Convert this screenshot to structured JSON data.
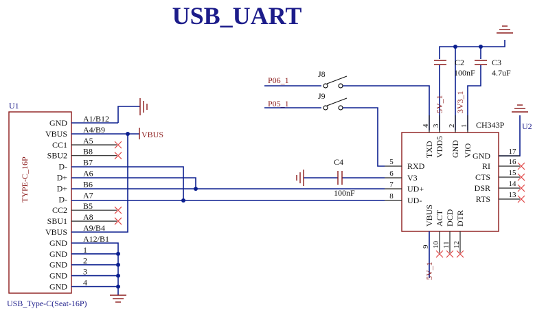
{
  "title": "USB_UART",
  "u1": {
    "ref": "U1",
    "type": "TYPE-C_16P",
    "part": "USB_Type-C(Seat-16P)",
    "pin_names": [
      "GND",
      "VBUS",
      "CC1",
      "SBU2",
      "D-",
      "D+",
      "D+",
      "D-",
      "CC2",
      "SBU1",
      "VBUS",
      "GND",
      "GND",
      "GND",
      "GND",
      "GND"
    ],
    "pin_labels": [
      "A1/B12",
      "A4/B9",
      "A5",
      "B8",
      "B7",
      "A6",
      "B6",
      "A7",
      "B5",
      "A8",
      "A9/B4",
      "A12/B1",
      "1",
      "2",
      "3",
      "4"
    ],
    "no_connect": [
      3,
      8,
      9
    ]
  },
  "nets": {
    "vbus": "VBUS",
    "p06": "P06_1",
    "p05": "P05_1",
    "v5_top": "5V_1",
    "v3v3": "3V3_1",
    "v5_bottom": "5V_1"
  },
  "jumpers": {
    "j8": "J8",
    "j9": "J9"
  },
  "capacitors": {
    "c2": {
      "ref": "C2",
      "value": "100nF"
    },
    "c3": {
      "ref": "C3",
      "value": "4.7uF"
    },
    "c4": {
      "ref": "C4",
      "value": "100nF"
    }
  },
  "u2": {
    "ref": "U2",
    "part": "CH343P",
    "left_pins": [
      {
        "num": "5",
        "name": "RXD"
      },
      {
        "num": "6",
        "name": "V3"
      },
      {
        "num": "7",
        "name": "UD+"
      },
      {
        "num": "8",
        "name": "UD-"
      }
    ],
    "top_pins": [
      {
        "num": "4",
        "name": "TXD"
      },
      {
        "num": "3",
        "name": "VDD5"
      },
      {
        "num": "2",
        "name": "GND"
      },
      {
        "num": "1",
        "name": "VIO"
      }
    ],
    "right_pins": [
      {
        "num": "17",
        "name": "GND",
        "nc": false
      },
      {
        "num": "16",
        "name": "RI",
        "nc": true
      },
      {
        "num": "15",
        "name": "CTS",
        "nc": true
      },
      {
        "num": "14",
        "name": "DSR",
        "nc": true
      },
      {
        "num": "13",
        "name": "RTS",
        "nc": true
      }
    ],
    "bottom_pins": [
      {
        "num": "9",
        "name": "VBUS",
        "nc": false
      },
      {
        "num": "10",
        "name": "ACT",
        "nc": true
      },
      {
        "num": "11",
        "name": "DCD",
        "nc": true
      },
      {
        "num": "12",
        "name": "DTR",
        "nc": true
      }
    ]
  }
}
